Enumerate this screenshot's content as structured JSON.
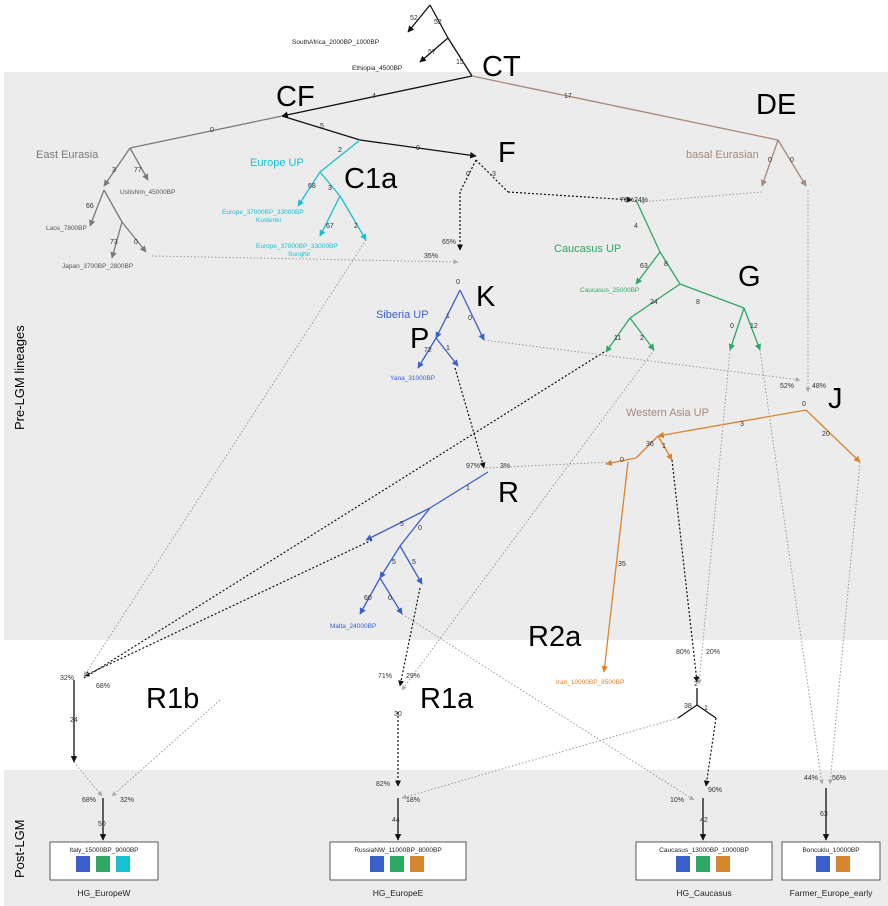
{
  "colors": {
    "black": "#111111",
    "grey": "#7a7a7a",
    "cyan": "#17c1cf",
    "blue": "#3a5fcd",
    "green": "#2ea865",
    "brown": "#a7897a",
    "orange": "#d8852f",
    "panel": "#ececec",
    "dotted": "#9a9a9a"
  },
  "side_labels": {
    "pre_lgm": "Pre-LGM lineages",
    "post_lgm": "Post-LGM"
  },
  "haplogroups": {
    "CT": "CT",
    "CF": "CF",
    "DE": "DE",
    "F": "F",
    "C1a": "C1a",
    "G": "G",
    "K": "K",
    "P": "P",
    "J": "J",
    "R": "R",
    "R2a": "R2a",
    "R1b": "R1b",
    "R1a": "R1a"
  },
  "groups": {
    "east_eurasia": "East Eurasia",
    "europe_up": "Europe UP",
    "basal_eurasian": "basal Eurasian",
    "caucasus_up": "Caucasus UP",
    "siberia_up": "Siberia UP",
    "western_asia_up": "Western Asia UP"
  },
  "samples": {
    "south_africa": "SouthAfrica_2000BP_1000BP",
    "ethiopia": "Ethiopia_4500BP",
    "ustishim": "Ustishim_45000BP",
    "laos": "Laos_7800BP",
    "japan": "Japan_3700BP_2800BP",
    "kostenki_range": "Europe_37000BP_33000BP",
    "kostenki": "Kostenki",
    "sunghir_range": "Europe_37000BP_33000BP",
    "sunghir": "Sunghir",
    "caucasus_25k": "Caucasus_25000BP",
    "yana": "Yana_31000BP",
    "malta": "Malta_24000BP",
    "iran": "Iran_10000BP_8500BP"
  },
  "edge_labels": {
    "e_root_a": "52",
    "e_root_b": "52",
    "e_eth_a": "57",
    "e_eth_b": "15",
    "e_ct_cf": "4",
    "e_ct_de": "17",
    "e_cf_ee": "0",
    "e_cf_c1a": "5",
    "e_c1a_f": "0",
    "e_ee_a": "3",
    "e_ee_b": "77",
    "e_ee_c": "66",
    "e_ee_d": "73",
    "e_ee_e": "0",
    "e_eu_a": "2",
    "e_eu_b": "68",
    "e_eu_c": "3",
    "e_eu_d": "67",
    "e_eu_e": "2",
    "e_de_a": "0",
    "e_de_b": "0",
    "e_f_a": "0",
    "e_f_b": "3",
    "p_f_76": "76%",
    "p_f_24": "24%",
    "e_cau_a": "4",
    "e_cau_b": "63",
    "e_cau_c": "8",
    "e_g_a": "24",
    "e_g_b": "8",
    "e_g_c": "11",
    "e_g_d": "2",
    "e_g_e": "0",
    "e_g_f": "12",
    "p_k_65": "65%",
    "p_k_35": "35%",
    "e_k_a": "0",
    "e_k_b": "1",
    "e_k_c": "0",
    "e_p_a": "72",
    "e_p_b": "1",
    "p_j_52": "52%",
    "p_j_48": "48%",
    "e_j_a": "0",
    "e_j_b": "3",
    "e_j_c": "20",
    "e_wa_a": "36",
    "e_wa_b": "0",
    "e_wa_c": "1",
    "p_r_97": "97%",
    "p_r_3": "3%",
    "e_r_a": "1",
    "e_r_b": "5",
    "e_r_c": "0",
    "e_r_d": "5",
    "e_r_e": "5",
    "e_r_f": "60",
    "e_r_g": "0",
    "e_iran": "35",
    "p_80": "80%",
    "p_20": "20%",
    "e_cau2_a": "2",
    "e_cau2_b": "38",
    "e_cau2_c": "1",
    "p_r1b_32": "32%",
    "p_r1b_68": "68%",
    "e_r1b": "24",
    "p_r1a_71": "71%",
    "p_r1a_29": "29%",
    "e_r1a": "30",
    "p_it_68": "68%",
    "p_it_32": "32%",
    "e_it": "50",
    "p_ru_82": "82%",
    "p_ru_18": "18%",
    "e_ru": "44",
    "p_cc_10": "10%",
    "p_cc_90": "90%",
    "e_cc": "42",
    "p_bk_44": "44%",
    "p_bk_56": "56%",
    "e_bk": "63"
  },
  "terminals": [
    {
      "id": "italy",
      "box_label": "Italy_15000BP_9000BP",
      "name": "HG_EuropeW",
      "swatches": [
        "#3a5fcd",
        "#2ea865",
        "#17c1cf"
      ]
    },
    {
      "id": "russia",
      "box_label": "RussiaNW_11000BP_8000BP",
      "name": "HG_EuropeE",
      "swatches": [
        "#3a5fcd",
        "#2ea865",
        "#d8852f"
      ]
    },
    {
      "id": "caucasus",
      "box_label": "Caucasus_13000BP_10000BP",
      "name": "HG_Caucasus",
      "swatches": [
        "#3a5fcd",
        "#2ea865",
        "#d8852f"
      ]
    },
    {
      "id": "boncuklu",
      "box_label": "Boncuklu_10000BP",
      "name": "Farmer_Europe_early",
      "swatches": [
        "#3a5fcd",
        "#d8852f"
      ]
    }
  ]
}
